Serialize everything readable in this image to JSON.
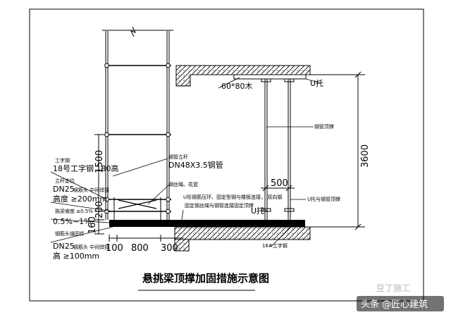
{
  "diagram": {
    "title": "悬挑梁顶撑加固措施示意图",
    "labels": {
      "label_60x80": "60*80木",
      "u_top": "U托",
      "steel_tube_right": "钢管顶撑",
      "dim_3600": "3600",
      "dim_500": "500",
      "u_bracket_note": "U托与钢管顶撑",
      "mid_note_1": "U形钢筋压环、固定型钢与楼板连接，  双向钢",
      "mid_note_2": "固定钢丝绳与钢管连接固定顶撑",
      "u_mid": "U托",
      "rebar_16": "16#工字钢",
      "steel_tube_label": "钢管立杆",
      "steel_tube_spec": "DN48X3.5钢管",
      "clamp_label": "钢丝绳、花篮",
      "left_1_head": "工字钢",
      "left_1_val": "18号工字钢 180高",
      "left_2_head": "立杆定位",
      "left_2_val1": "DN25",
      "left_2_val1_suffix": "钢筋头 中间焊接",
      "left_2_val2": "高度 ≥200mm",
      "left_3_head": "挑梁坡度 ≥0.5%",
      "left_3_val": "0.5%~1%",
      "left_4_head": "钢筋头锚固件",
      "left_4_val1": "DN25",
      "left_4_val1_suffix": "钢筋头 中间焊接",
      "left_4_val2": "高 ≥100mm",
      "dim_1500": "1500",
      "dim_200": "200",
      "dim_160": "160",
      "dim_100": "100",
      "dim_800": "800",
      "dim_300": "300"
    }
  },
  "watermark": {
    "logo_text": "豆丁施工",
    "text": "头条 @匠心建筑"
  }
}
